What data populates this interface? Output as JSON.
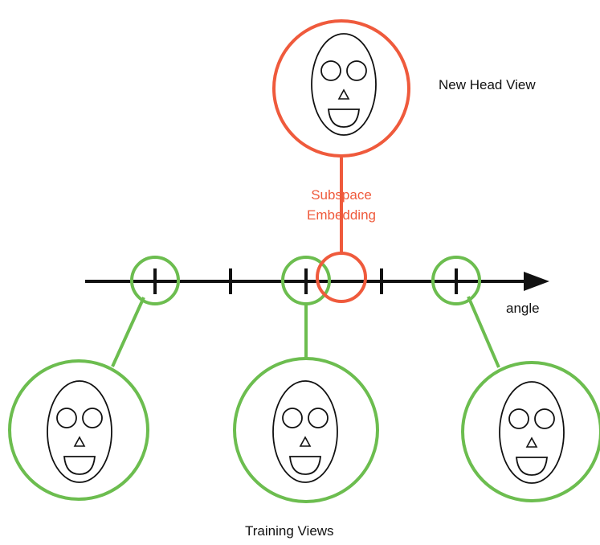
{
  "labels": {
    "new_head_view": "New Head View",
    "subspace_line1": "Subspace",
    "subspace_line2": "Embedding",
    "axis": "angle",
    "training_views": "Training Views"
  },
  "colors": {
    "new_view": "#ef5a3c",
    "training": "#6cbd4f",
    "axis": "#111111"
  },
  "diagram": {
    "axis_ticks": 5,
    "training_views_count": 3,
    "new_view_count": 1,
    "embedding_marker_count": 1
  }
}
